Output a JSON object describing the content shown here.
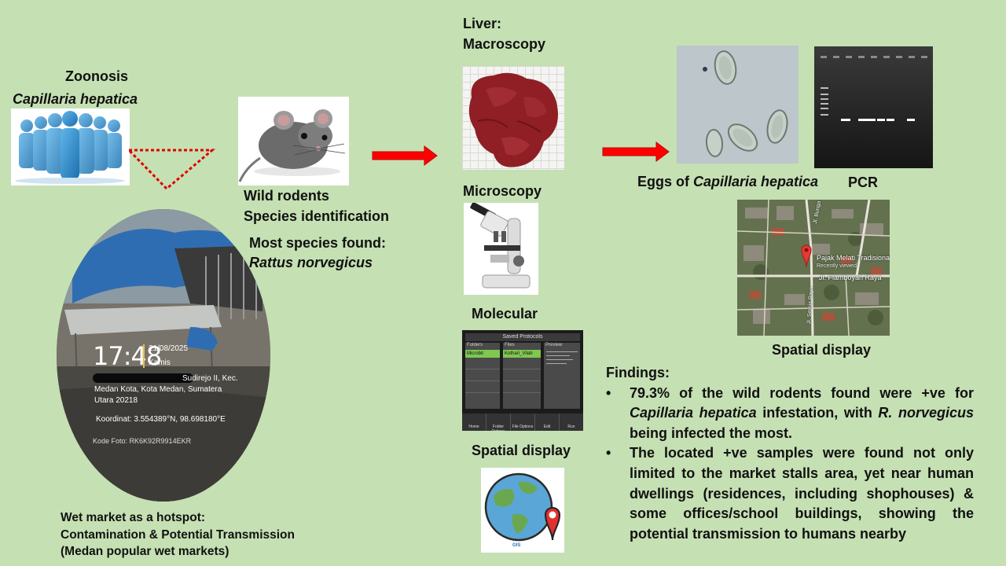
{
  "zoonosis": {
    "title": "Zoonosis",
    "species": "Capillaria hepatica"
  },
  "rodents": {
    "line1": "Wild rodents",
    "line2": "Species identification",
    "most_found_label": "Most species found:",
    "most_found_species": "Rattus norvegicus"
  },
  "liver": {
    "title": "Liver:",
    "macroscopy": "Macroscopy"
  },
  "microscopy": {
    "label": "Microscopy"
  },
  "molecular": {
    "label": "Molecular"
  },
  "spatial_middle": {
    "label": "Spatial display"
  },
  "eggs": {
    "prefix": "Eggs of ",
    "species": "Capillaria hepatica"
  },
  "pcr": {
    "label": "PCR"
  },
  "map": {
    "place_name": "Pajak Melati Tradisional",
    "recently_viewed": "Recently viewed",
    "street_main": "Jl. Flamboyan Raya",
    "street_north": "Jl. Bunga",
    "street_side": "Jl. Seroja Raya",
    "caption": "Spatial display"
  },
  "gis": {
    "text": "GIS"
  },
  "market_photo": {
    "time": "17:48",
    "date": "21/08/2025",
    "day": "Kamis",
    "address1": "Sudirejo II, Kec.",
    "address2": "Medan Kota, Kota Medan, Sumatera",
    "address3": "Utara 20218",
    "coordinates": "Koordinat: 3.554389°N, 98.698180°E",
    "photo_code": "Kode Foto: RK6K92R9914EKR"
  },
  "wet_market": {
    "line1": "Wet market as a hotspot:",
    "line2": "Contamination & Potential Transmission",
    "line3": "(Medan popular wet markets)"
  },
  "findings": {
    "title": "Findings:",
    "bullet_symbol": "•",
    "item1_a": "79.3% of the wild rodents found were +ve for ",
    "item1_species": "Capillaria hepatica",
    "item1_b": " infestation, with ",
    "item1_rn": "R. norvegicus",
    "item1_c": " being infected the most.",
    "item2": "The located +ve samples were found not only limited to the market stalls area, yet near human dwellings (residences, including shophouses) & some offices/school buildings, showing the potential transmission to humans nearby"
  },
  "lcd": {
    "header": "Saved Protocols",
    "col1": "Folders",
    "col2": "Files",
    "col3": "Preview",
    "folder_selected": "Microbit",
    "file_selected": "Kothari_Vilab",
    "buttons": [
      "Home",
      "Folder Options",
      "File Options",
      "Edit",
      "Run"
    ]
  },
  "colors": {
    "background": "#c5e0b3",
    "arrow": "#ff0000",
    "people_blue": "#2f8fd0",
    "liver": "#8f1f24"
  }
}
